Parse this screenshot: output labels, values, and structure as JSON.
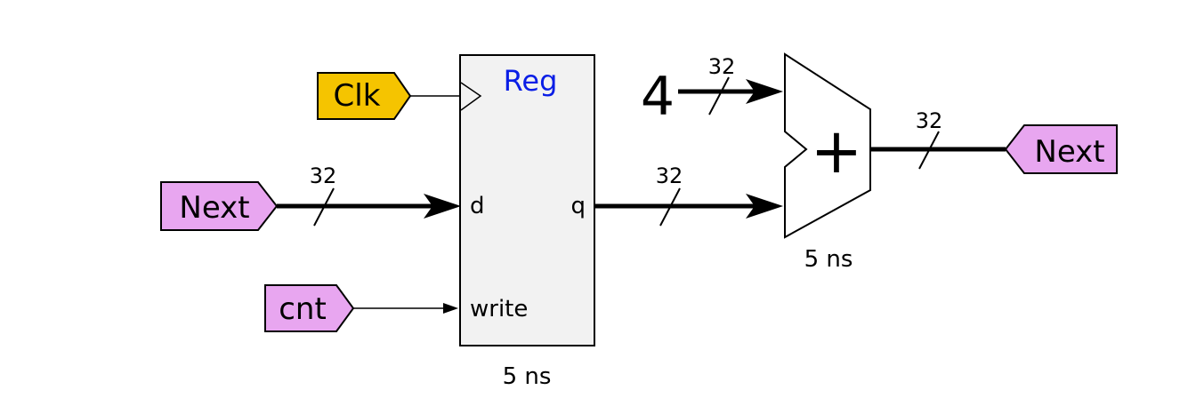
{
  "signals": {
    "clk": {
      "label": "Clk",
      "color": "#f5c400"
    },
    "next_in": {
      "label": "Next",
      "color": "#e8a6f0"
    },
    "cnt": {
      "label": "cnt",
      "color": "#e8a6f0"
    },
    "next_out": {
      "label": "Next",
      "color": "#e8a6f0"
    }
  },
  "register": {
    "title": "Reg",
    "title_color": "#0a1ee6",
    "fill": "#f2f2f2",
    "port_d": "d",
    "port_q": "q",
    "port_write": "write",
    "delay": "5 ns"
  },
  "adder": {
    "symbol": "+",
    "constant": "4",
    "delay": "5 ns"
  },
  "bus_widths": {
    "next_to_d": "32",
    "q_to_adder": "32",
    "const_to_adder": "32",
    "adder_out": "32"
  }
}
